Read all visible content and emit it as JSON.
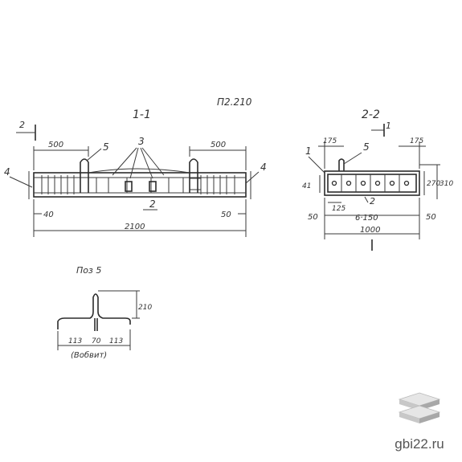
{
  "sheet": {
    "mark": "П2.210"
  },
  "section_1_1": {
    "title": "1-1",
    "cut_mark": "2",
    "dims": {
      "top_left": "500",
      "top_right": "500",
      "bottom_left": "40",
      "bottom_right": "50",
      "overall": "2100"
    },
    "callouts": {
      "loop": "5",
      "bars": "3",
      "end_left": "4",
      "end_right": "4",
      "center": "2"
    }
  },
  "section_2_2": {
    "title": "2-2",
    "cut_mark": "1",
    "dims": {
      "top_left": "175",
      "top_right": "175",
      "left_inner": "41",
      "right_inner": "270",
      "right_outer": "310",
      "inner_bottom": "125",
      "spacing": "6·150",
      "bottom_left": "50",
      "bottom_right": "50",
      "overall": "1000"
    },
    "callouts": {
      "end": "1",
      "loop": "5",
      "center": "2"
    }
  },
  "detail_5": {
    "title": "Поз 5",
    "dims": {
      "height": "210",
      "left": "113",
      "mid": "70",
      "right": "113",
      "note": "(Вобвит)"
    }
  },
  "watermark": {
    "text": "gbi22.ru",
    "logo": "stacked-slabs-icon"
  }
}
